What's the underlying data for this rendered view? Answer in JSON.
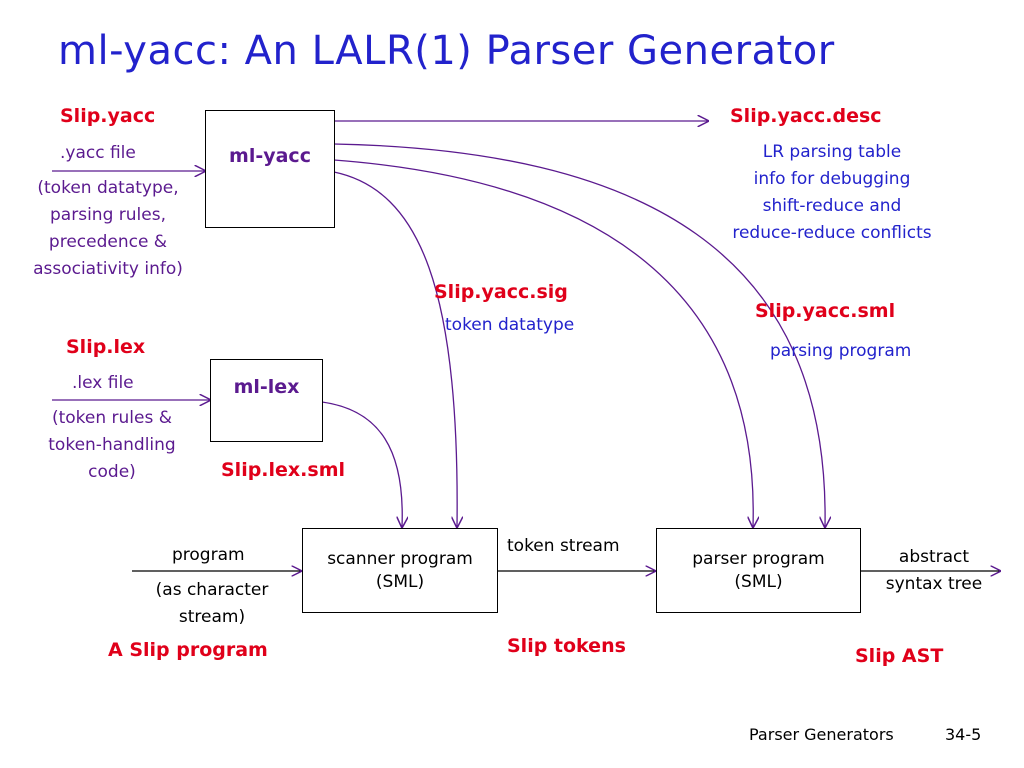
{
  "title": "ml-yacc: An LALR(1) Parser Generator",
  "inputs": {
    "yacc_file": "Slip.yacc",
    "yacc_type": ".yacc file",
    "yacc_desc": [
      "(token datatype,",
      "parsing rules,",
      "precedence &",
      "associativity info)"
    ],
    "lex_file": "Slip.lex",
    "lex_type": ".lex file",
    "lex_desc": [
      "(token rules &",
      "token-handling",
      "code)"
    ]
  },
  "tools": {
    "ml_yacc": "ml-yacc",
    "ml_lex": "ml-lex"
  },
  "outputs": {
    "desc_file": "Slip.yacc.desc",
    "desc_text": [
      "LR parsing table",
      "info for debugging",
      "shift-reduce and",
      "reduce-reduce conflicts"
    ],
    "sig_file": "Slip.yacc.sig",
    "sig_text": "token datatype",
    "sml_file": "Slip.yacc.sml",
    "sml_text": "parsing program",
    "lex_sml_file": "Slip.lex.sml"
  },
  "pipeline": {
    "program_label": "program",
    "program_desc": [
      "(as character",
      "stream)"
    ],
    "program_name": "A Slip program",
    "scanner": [
      "scanner program",
      "(SML)"
    ],
    "token_stream": "token stream",
    "tokens_name": "Slip tokens",
    "parser": [
      "parser program",
      "(SML)"
    ],
    "ast": [
      "abstract",
      "syntax tree"
    ],
    "ast_name": "Slip AST"
  },
  "footer": {
    "section": "Parser Generators",
    "page": "34-5"
  }
}
